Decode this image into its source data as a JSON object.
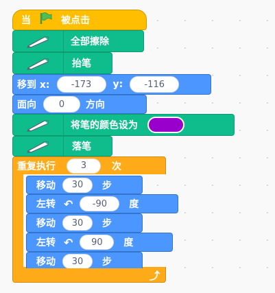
{
  "when_flag": {
    "prefix": "当",
    "suffix": "被点击",
    "flag_icon": "green-flag-icon"
  },
  "pen_clear": {
    "label": "全部擦除"
  },
  "pen_up": {
    "label": "抬笔"
  },
  "goto": {
    "label": "移到 x:",
    "x": "-173",
    "y_label": "y:",
    "y": "-116"
  },
  "point": {
    "label": "面向",
    "value": "0",
    "suffix": "方向"
  },
  "set_color": {
    "label": "将笔的颜色设为",
    "color": "#9900cc"
  },
  "pen_down": {
    "label": "落笔"
  },
  "repeat": {
    "label": "重复执行",
    "count": "3",
    "suffix": "次"
  },
  "loop": [
    {
      "type": "move",
      "label": "移动",
      "value": "30",
      "suffix": "步"
    },
    {
      "type": "turn",
      "label": "左转",
      "value": "-90",
      "suffix": "度",
      "icon": "rotate-left-icon"
    },
    {
      "type": "move",
      "label": "移动",
      "value": "30",
      "suffix": "步"
    },
    {
      "type": "turn",
      "label": "左转",
      "value": "90",
      "suffix": "度",
      "icon": "rotate-left-icon"
    },
    {
      "type": "move",
      "label": "移动",
      "value": "30",
      "suffix": "步"
    }
  ],
  "repeat_arrow_icon": "loop-arrow-icon",
  "colors": {
    "motion": "#4c97ff",
    "pen": "#0fbd8c",
    "event": "#ffbf00",
    "control": "#ffab19"
  }
}
